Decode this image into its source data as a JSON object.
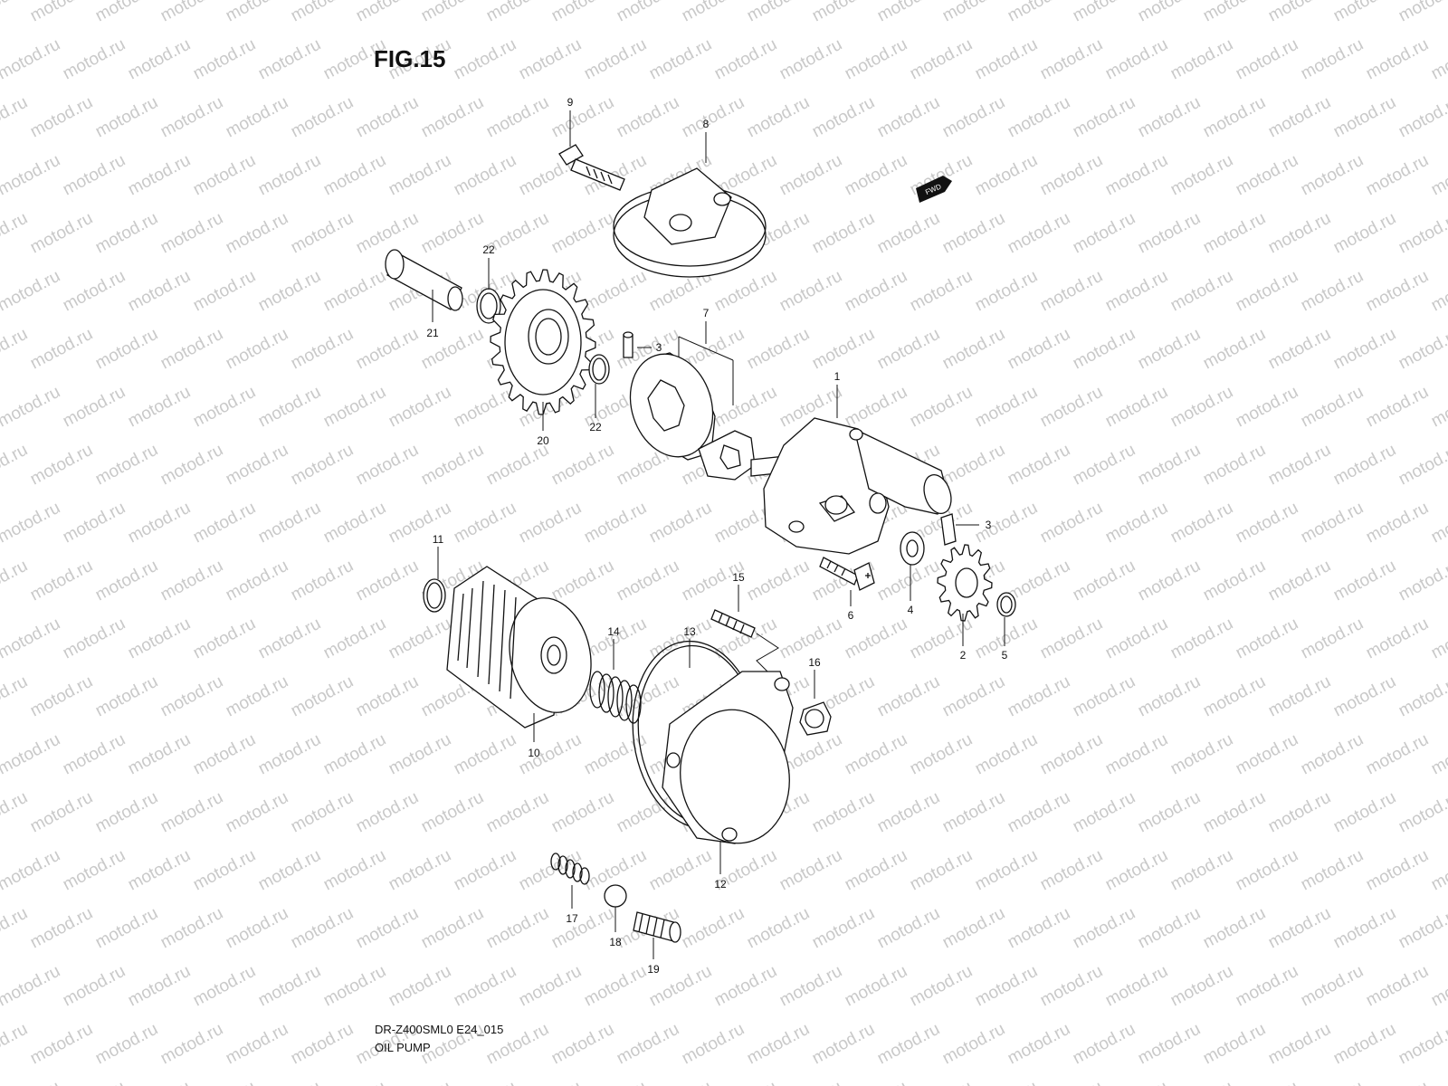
{
  "figure": {
    "title": "FIG.15"
  },
  "footer": {
    "model_code": "DR-Z400SML0 E24_015",
    "section_name": "OIL PUMP"
  },
  "watermark": {
    "text": "motod.ru",
    "color": "#c9c9c9"
  },
  "fwd_badge": {
    "text": "FWD"
  },
  "callouts": {
    "c1": "1",
    "c2": "2",
    "c3a": "3",
    "c3b": "3",
    "c4": "4",
    "c5": "5",
    "c6": "6",
    "c7": "7",
    "c8": "8",
    "c9": "9",
    "c10": "10",
    "c11": "11",
    "c12": "12",
    "c13": "13",
    "c14": "14",
    "c15": "15",
    "c16": "16",
    "c17": "17",
    "c18": "18",
    "c19": "19",
    "c20": "20",
    "c21": "21",
    "c22a": "22",
    "c22b": "22"
  }
}
